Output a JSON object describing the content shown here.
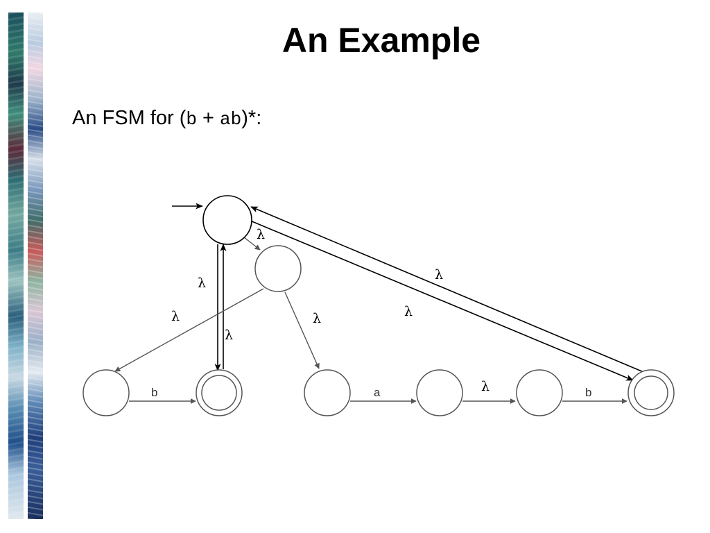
{
  "slide": {
    "title": "An Example",
    "subtitle": {
      "prefix": "An FSM for (",
      "expr_b": "b",
      "plus": " + ",
      "expr_ab": "ab",
      "suffix": ")*:"
    }
  },
  "diagram": {
    "states": [
      {
        "id": "start",
        "accepting": false,
        "initial": true
      },
      {
        "id": "split",
        "accepting": false,
        "initial": false
      },
      {
        "id": "b_in",
        "accepting": false,
        "initial": false
      },
      {
        "id": "b_out",
        "accepting": true,
        "initial": false
      },
      {
        "id": "a_in",
        "accepting": false,
        "initial": false
      },
      {
        "id": "a_out",
        "accepting": false,
        "initial": false
      },
      {
        "id": "b2_in",
        "accepting": false,
        "initial": false
      },
      {
        "id": "final",
        "accepting": true,
        "initial": false
      }
    ],
    "transitions": [
      {
        "from": "start",
        "to": "split",
        "label": "λ"
      },
      {
        "from": "b_out",
        "to": "start",
        "label": "λ"
      },
      {
        "from": "start",
        "to": "b_out",
        "label": "λ"
      },
      {
        "from": "split",
        "to": "b_in",
        "label": "λ"
      },
      {
        "from": "split",
        "to": "a_in",
        "label": "λ"
      },
      {
        "from": "b_in",
        "to": "b_out",
        "label": "b"
      },
      {
        "from": "a_in",
        "to": "a_out",
        "label": "a"
      },
      {
        "from": "a_out",
        "to": "b2_in",
        "label": "λ"
      },
      {
        "from": "b2_in",
        "to": "final",
        "label": "b"
      },
      {
        "from": "final",
        "to": "start",
        "label": "λ"
      },
      {
        "from": "start",
        "to": "final",
        "label": "λ"
      }
    ]
  }
}
